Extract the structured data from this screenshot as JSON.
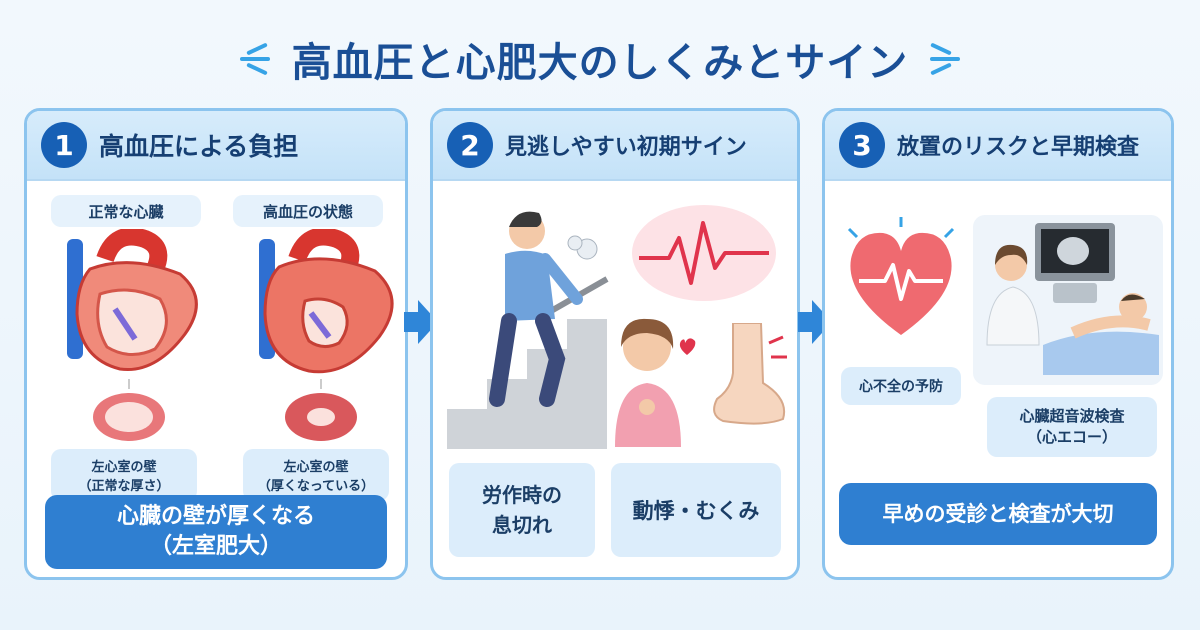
{
  "title": "高血圧と心肥大のしくみとサイン",
  "colors": {
    "title": "#1a4f96",
    "accent": "#2f7fd1",
    "panel_border": "#8cc4ee",
    "chip_bg": "#dcedfb"
  },
  "panels": [
    {
      "number": "1",
      "heading": "高血圧による負担",
      "normal_label": "正常な心臓",
      "hypertension_label": "高血圧の状態",
      "normal_wall_line1": "左心室の壁",
      "normal_wall_line2": "（正常な厚さ）",
      "thick_wall_line1": "左心室の壁",
      "thick_wall_line2": "（厚くなっている）",
      "conclusion_line1": "心臓の壁が厚くなる",
      "conclusion_line2": "（左室肥大）"
    },
    {
      "number": "2",
      "heading": "見逃しやすい初期サイン",
      "sign1_line1": "労作時の",
      "sign1_line2": "息切れ",
      "sign2": "動悸・むくみ"
    },
    {
      "number": "3",
      "heading": "放置のリスクと早期検査",
      "prevention": "心不全の予防",
      "exam_line1": "心臓超音波検査",
      "exam_line2": "（心エコー）",
      "conclusion": "早めの受診と検査が大切"
    }
  ]
}
